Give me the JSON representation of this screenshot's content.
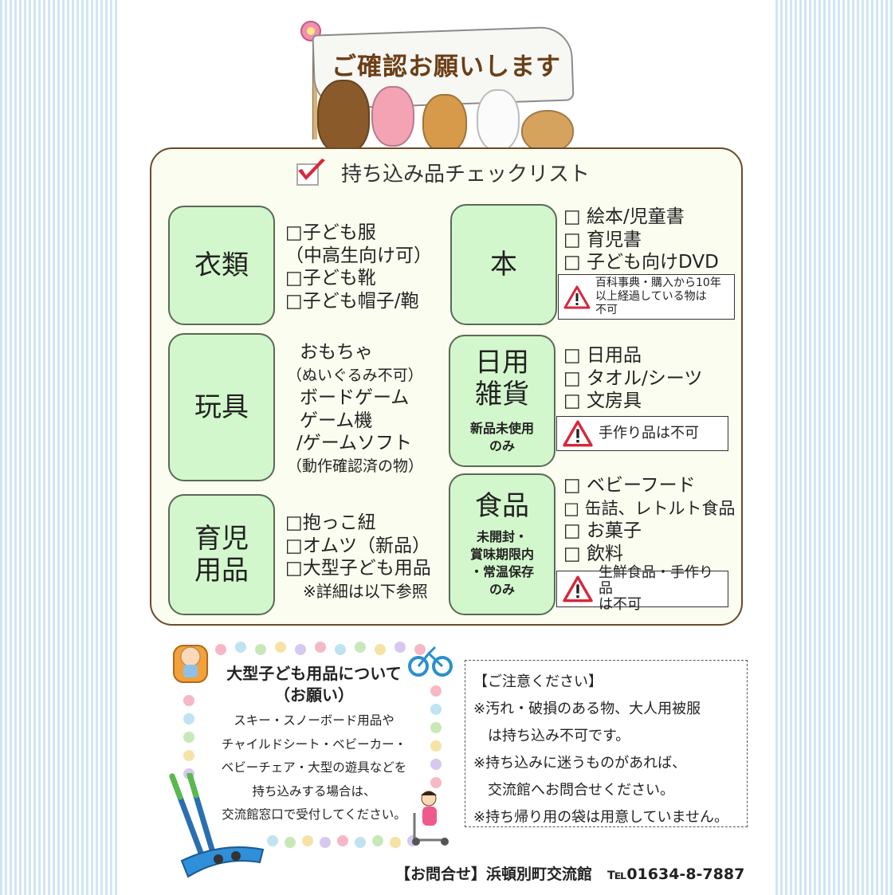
{
  "banner": {
    "title": "ご確認お願いします"
  },
  "checklist": {
    "title": "持ち込み品チェックリスト"
  },
  "categories": {
    "clothing": {
      "label": "衣類",
      "items": [
        "□子ども服",
        "（中高生向け可）",
        "□子ども靴",
        "□子ども帽子/鞄"
      ]
    },
    "books": {
      "label": "本",
      "items": [
        "□ 絵本/児童書",
        "□ 育児書",
        "□ 子ども向けDVD"
      ],
      "warning": "百科事典・購入から10年\n以上経過している物は\n不可"
    },
    "toys": {
      "label": "玩具",
      "items": [
        "おもちゃ",
        "（ぬいぐるみ不可）",
        "ボードゲーム",
        "ゲーム機",
        "/ゲームソフト",
        "（動作確認済の物）"
      ]
    },
    "daily": {
      "label": "日用\n雑貨",
      "note": "新品未使用\nのみ",
      "items": [
        "□ 日用品",
        "□ タオル/シーツ",
        "□ 文房具"
      ],
      "warning": "手作り品は不可"
    },
    "childcare": {
      "label": "育児\n用品",
      "items": [
        "□抱っこ紐",
        "□オムツ（新品）",
        "□大型子ども用品",
        "※詳細は以下参照"
      ]
    },
    "food": {
      "label": "食品",
      "note": "未開封・\n賞味期限内\n・常温保存\nのみ",
      "items": [
        "□ ベビーフード",
        "□ 缶詰、レトルト食品",
        "□ お菓子",
        "□ 飲料"
      ],
      "warning": "生鮮食品・手作り品\nは不可"
    }
  },
  "large_goods": {
    "title_line1": "大型子ども用品について",
    "title_line2": "（お願い）",
    "body": "スキー・スノーボード用品や\nチャイルドシート・ベビーカー・\nベビーチェア・大型の遊具などを\n持ち込みする場合は、\n交流館窓口で受付してください。"
  },
  "notice": {
    "title": "【ご注意ください】",
    "lines": [
      "※汚れ・破損のある物、大人用被服",
      "　は持ち込み不可です。",
      "※持ち込みに迷うものがあれば、",
      "　交流館へお問合せください。",
      "※持ち帰り用の袋は用意していません。"
    ]
  },
  "contact": {
    "text": "【お問合せ】浜頓別町交流館　℡01634-8-7887"
  },
  "colors": {
    "stripe": "#cfe6f4",
    "panel_bg": "#fbfdf0",
    "panel_border": "#6a4a2c",
    "category_bg": "#d3f7cc",
    "banner_text": "#6b3e16",
    "check_red": "#d6283a"
  },
  "icons": [
    "checkmark-icon",
    "warning-icon",
    "flower-icon",
    "bear-icon",
    "pig-icon",
    "dog-icon",
    "rabbit-icon",
    "cat-icon",
    "baby-icon",
    "bicycle-icon",
    "ski-icon",
    "scooter-child-icon"
  ]
}
